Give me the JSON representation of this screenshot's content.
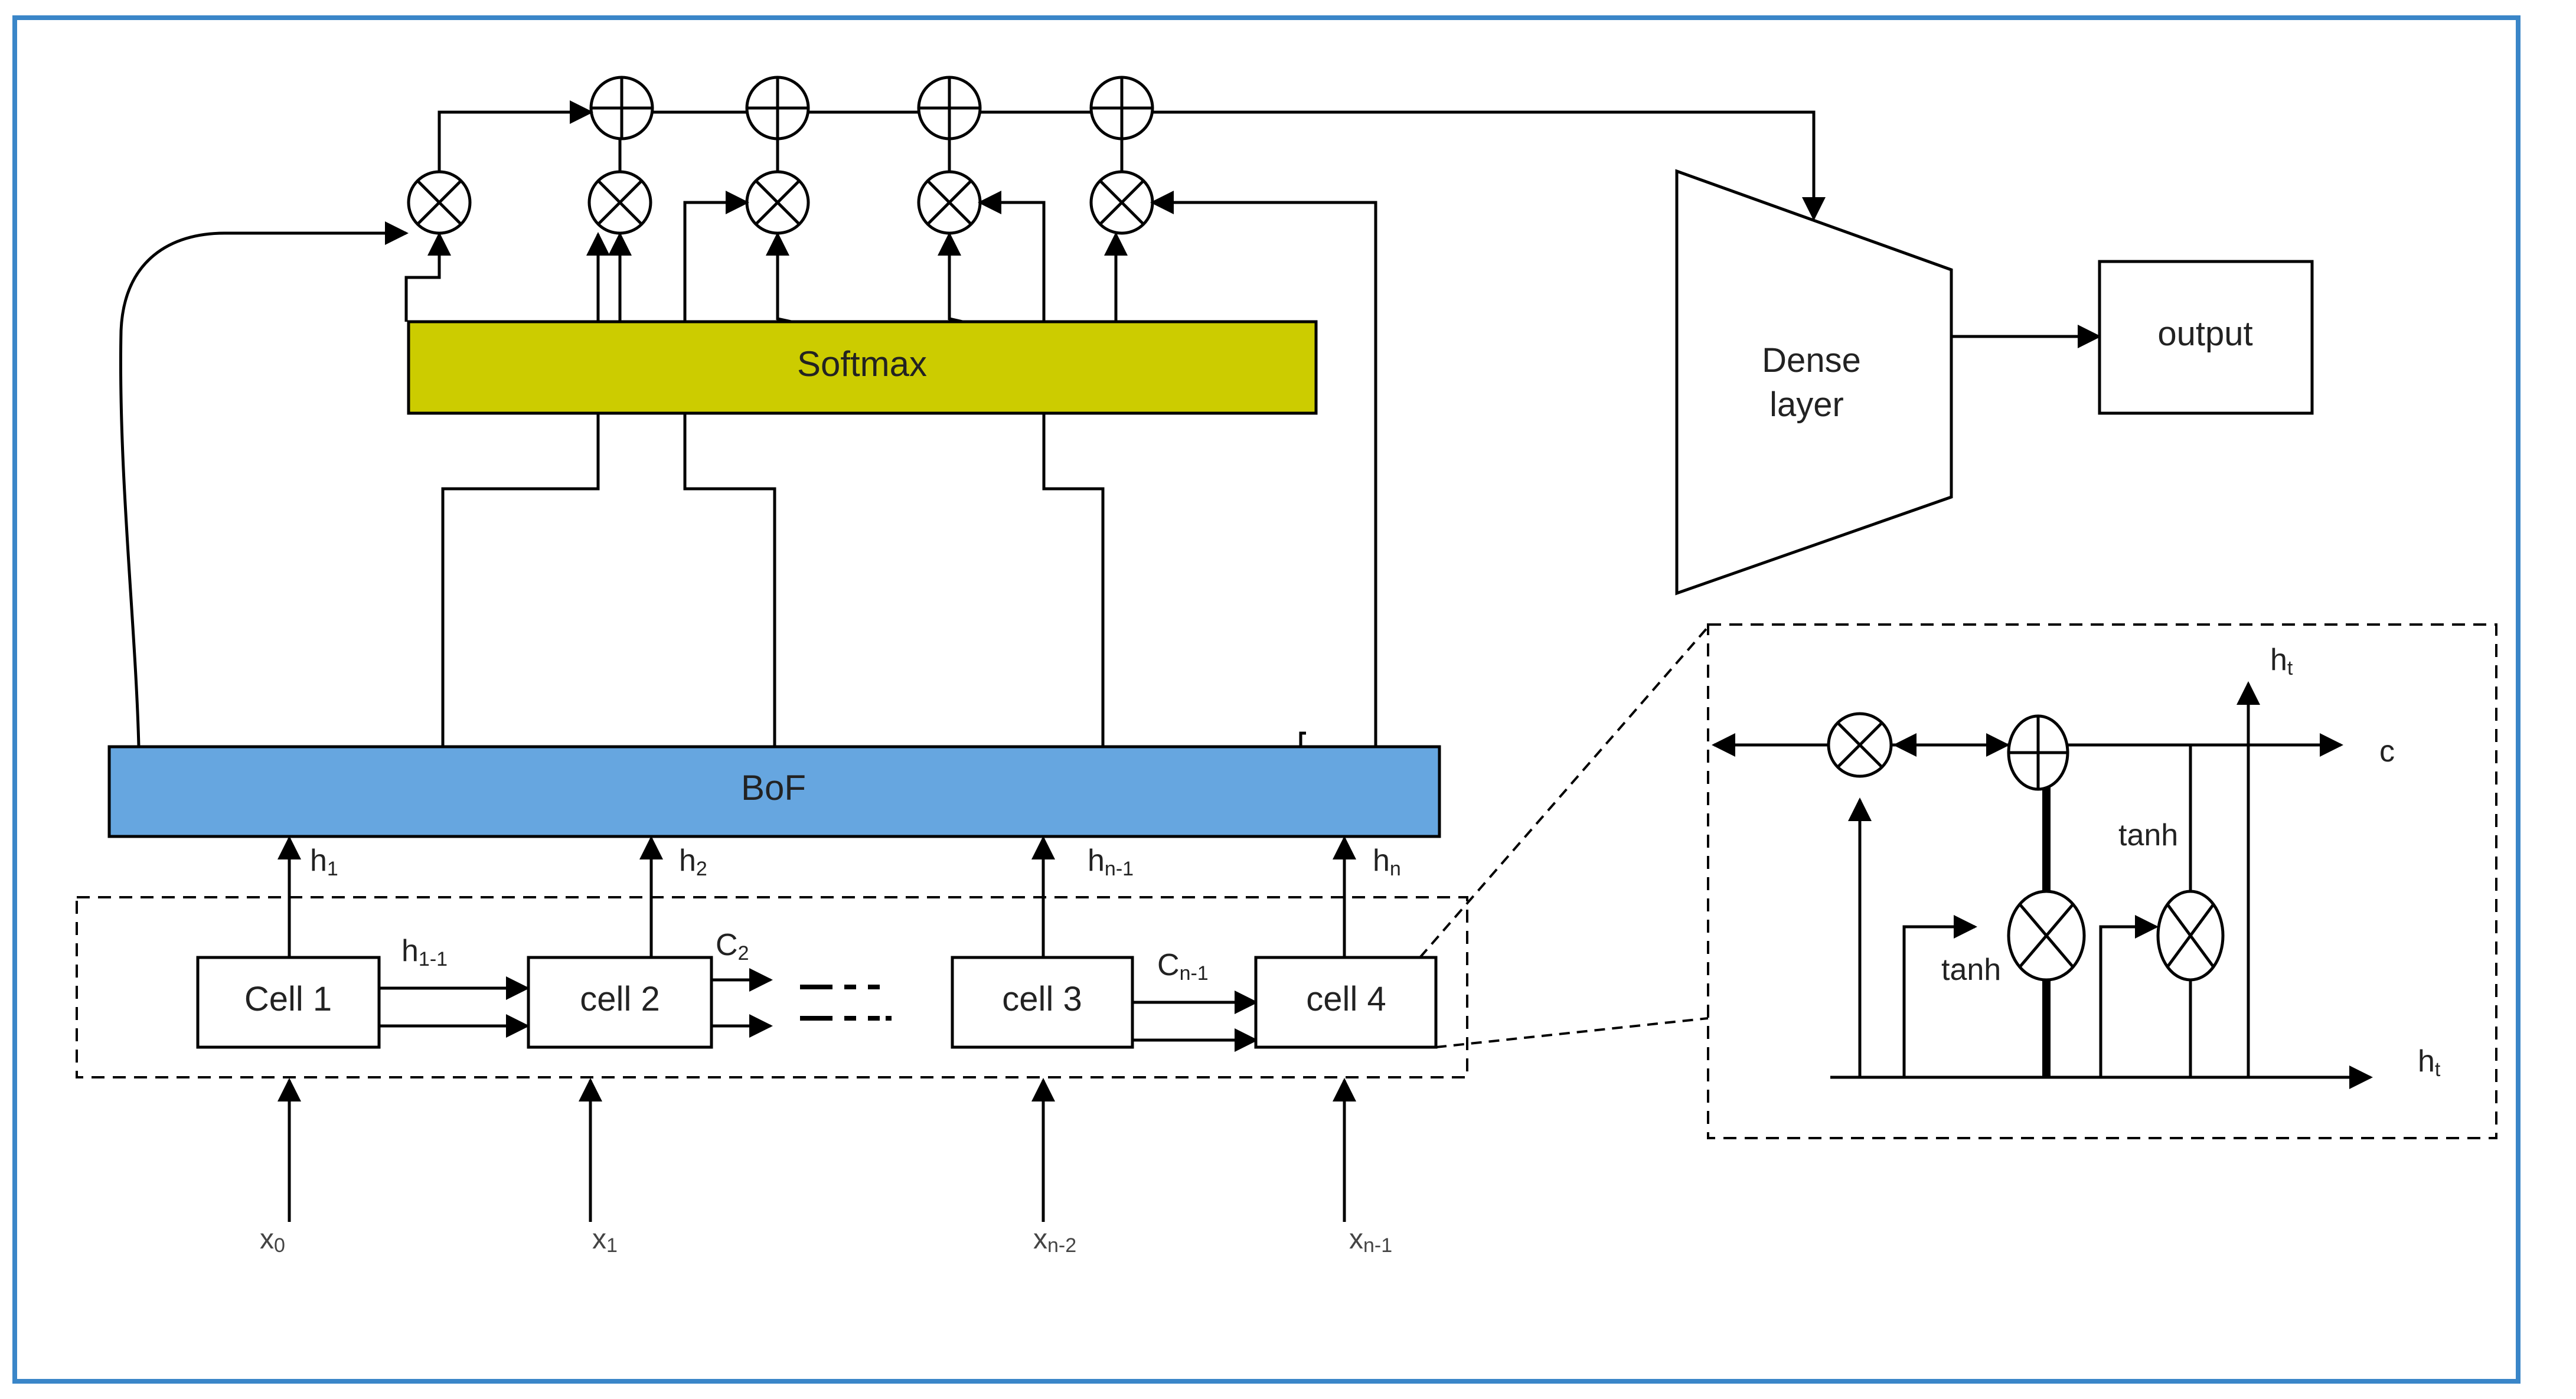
{
  "colors": {
    "border": "#3a86c8",
    "softmax_fill": "#cccc00",
    "bof_fill": "#66a6e0",
    "line": "#000000",
    "text": "#222222"
  },
  "softmax": {
    "label": "Softmax"
  },
  "bof": {
    "label": "BoF"
  },
  "dense": {
    "line1": "Dense",
    "line2": "layer"
  },
  "output": {
    "label": "output"
  },
  "cells": [
    {
      "label": "Cell 1"
    },
    {
      "label": "cell 2"
    },
    {
      "label": "cell 3"
    },
    {
      "label": "cell 4"
    }
  ],
  "hidden": [
    {
      "base": "h",
      "sub": "1"
    },
    {
      "base": "h",
      "sub": "2"
    },
    {
      "base": "h",
      "sub": "n-1"
    },
    {
      "base": "h",
      "sub": "n"
    }
  ],
  "inputs": [
    {
      "base": "x",
      "sub": "0"
    },
    {
      "base": "x",
      "sub": "1"
    },
    {
      "base": "x",
      "sub": "n-2"
    },
    {
      "base": "x",
      "sub": "n-1"
    }
  ],
  "between_cells": {
    "h_label": {
      "base": "h",
      "sub": "1-1"
    },
    "c2_label": {
      "base": "C",
      "sub": "2"
    },
    "cn1_label": {
      "base": "C",
      "sub": "n-1"
    }
  },
  "lstm_detail": {
    "c_label": "c",
    "tanh_top": "tanh",
    "tanh_mid": "tanh",
    "ht_top": {
      "base": "h",
      "sub": "t"
    },
    "ht_right": {
      "base": "h",
      "sub": "t"
    }
  }
}
